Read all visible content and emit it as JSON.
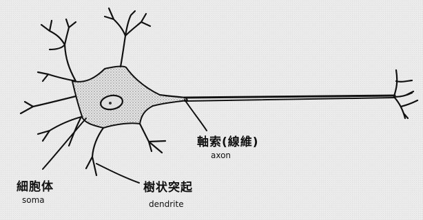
{
  "labels": {
    "axon_ja": "軸索(線維)",
    "axon_en": "axon",
    "soma_ja": "細胞体",
    "soma_en": "soma",
    "dendrite_ja": "樹状突起",
    "dendrite_en": "dendrite"
  },
  "colors": {
    "ink": "#111111",
    "paper": "#ebebeb",
    "cytoplasm_stipple": "#7a7a7a"
  }
}
